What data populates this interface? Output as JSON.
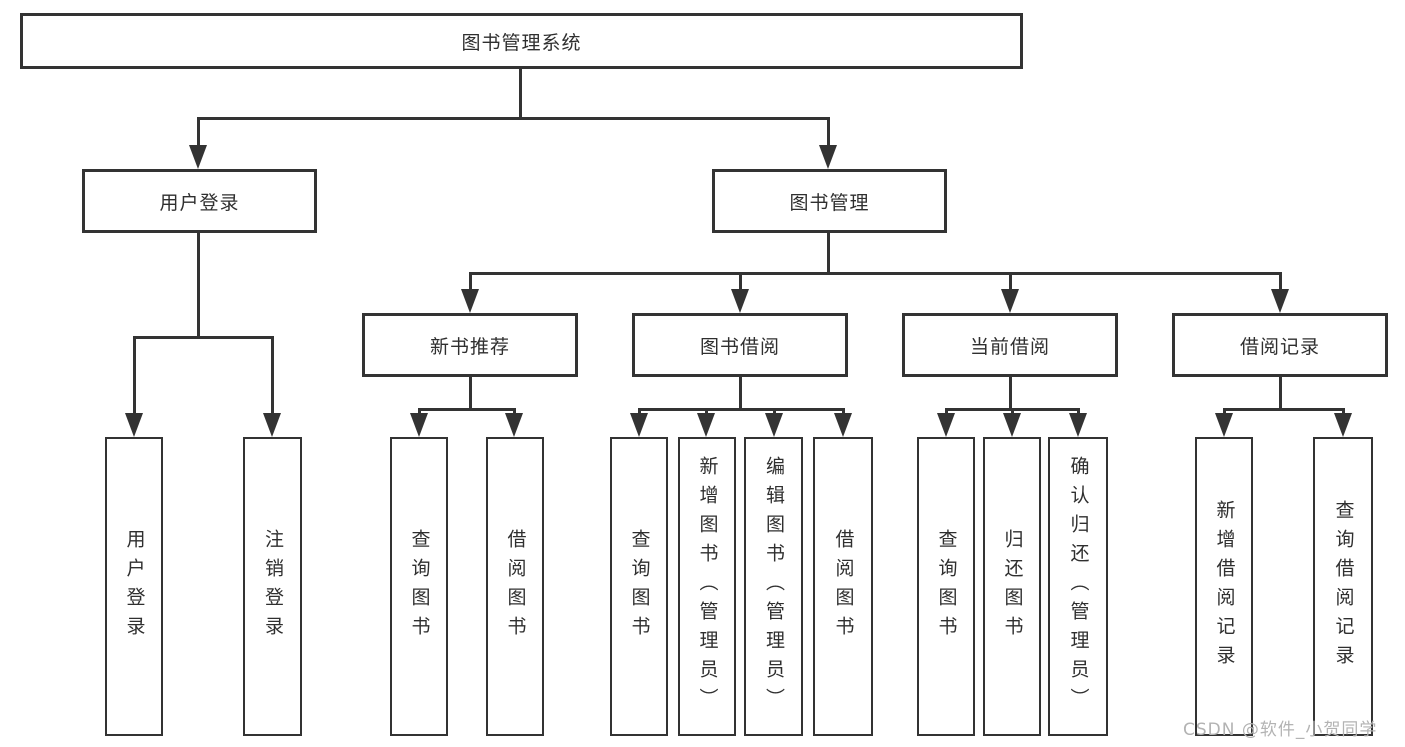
{
  "tree": {
    "root": {
      "label": "图书管理系统"
    },
    "branches": [
      {
        "label": "用户登录",
        "children": [
          {
            "label": "用户登录"
          },
          {
            "label": "注销登录"
          }
        ]
      },
      {
        "label": "图书管理",
        "children": [
          {
            "label": "新书推荐",
            "children": [
              {
                "label": "查询图书"
              },
              {
                "label": "借阅图书"
              }
            ]
          },
          {
            "label": "图书借阅",
            "children": [
              {
                "label": "查询图书"
              },
              {
                "label": "新增图书（管理员）"
              },
              {
                "label": "编辑图书（管理员）"
              },
              {
                "label": "借阅图书"
              }
            ]
          },
          {
            "label": "当前借阅",
            "children": [
              {
                "label": "查询图书"
              },
              {
                "label": "归还图书"
              },
              {
                "label": "确认归还（管理员）"
              }
            ]
          },
          {
            "label": "借阅记录",
            "children": [
              {
                "label": "新增借阅记录"
              },
              {
                "label": "查询借阅记录"
              }
            ]
          }
        ]
      }
    ]
  },
  "watermark": {
    "text": "CSDN @软件_小贺同学"
  },
  "colors": {
    "line": "#333333",
    "text": "#2f2f2f",
    "watermark": "#b3b3b3",
    "background": "#ffffff"
  }
}
